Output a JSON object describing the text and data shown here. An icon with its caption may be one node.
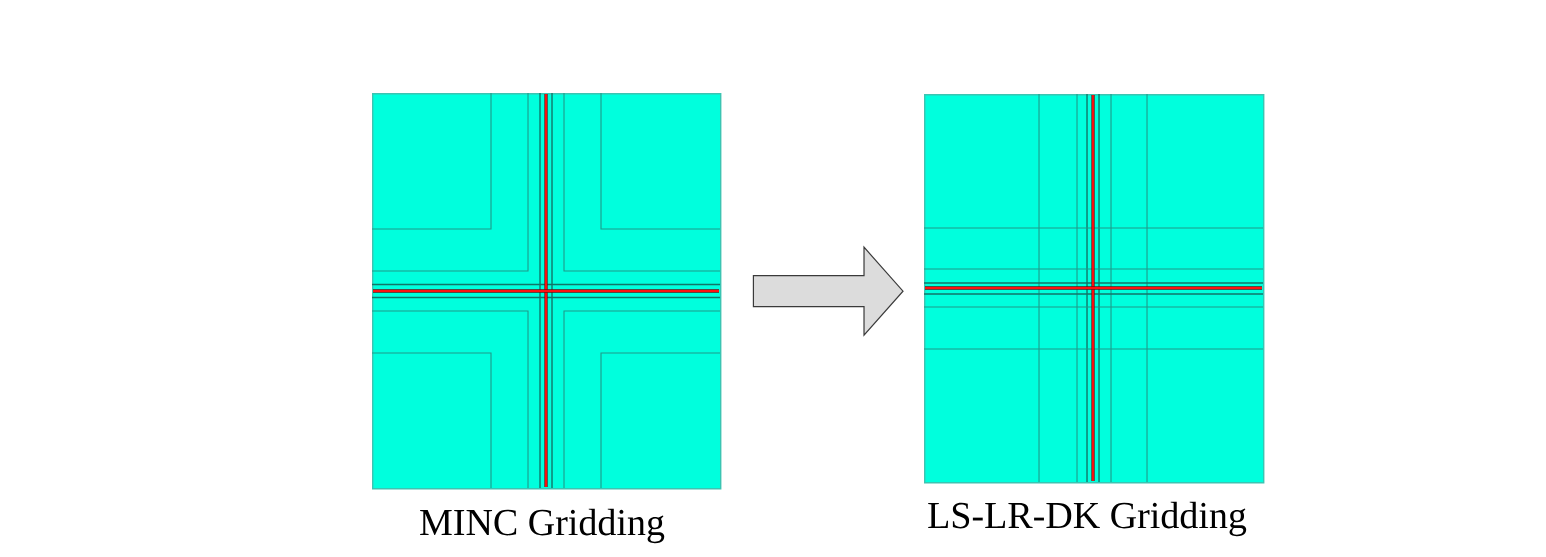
{
  "diagram": {
    "nodes": [
      {
        "text": [
          "MINC Gridding"
        ]
      },
      {
        "text": [
          "LS-LR-DK Gridding"
        ]
      }
    ],
    "edges": [
      {
        "from": 0,
        "to": 1,
        "arrow": "to"
      }
    ]
  }
}
